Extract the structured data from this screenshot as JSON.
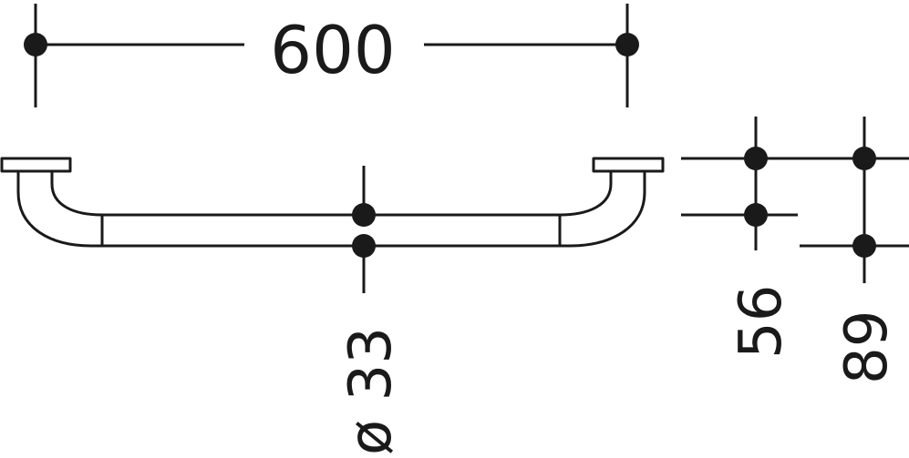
{
  "dimensions": {
    "length": "600",
    "diameter": "ø 33",
    "projection_inner": "56",
    "projection_outer": "89"
  },
  "colors": {
    "stroke": "#1a1a1a",
    "background": "#ffffff"
  }
}
